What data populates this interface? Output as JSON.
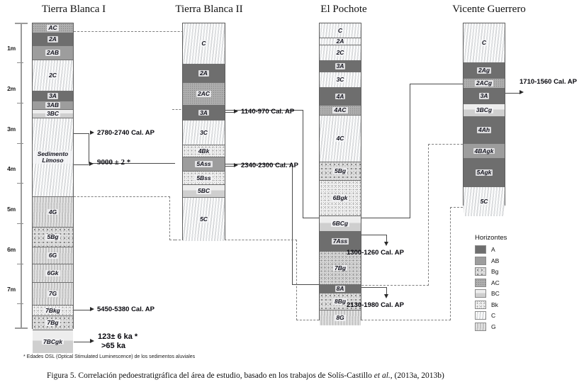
{
  "figure": {
    "footnote": "* Edades OSL (Optical Stimulated Luminescence) de los sedimentos aluviales",
    "caption_prefix": "Figura 5. Correlación pedoestratigráfica del área de estudio, basado en los trabajos de Solís-Castillo ",
    "caption_italic": "et al.",
    "caption_suffix": ", (2013a, 2013b)"
  },
  "depth_scale": {
    "unit": "m",
    "ticks": [
      "1m",
      "2m",
      "3m",
      "4m",
      "5m",
      "6m",
      "7m"
    ],
    "tick_values": [
      1,
      2,
      3,
      4,
      5,
      6,
      7
    ],
    "range_m": [
      0,
      7.6
    ]
  },
  "columns": [
    {
      "id": "tierra-blanca-i",
      "title": "Tierra Blanca I",
      "layers": [
        {
          "label": "AC",
          "horizon": "AC"
        },
        {
          "label": "2A",
          "horizon": "A"
        },
        {
          "label": "2AB",
          "horizon": "AB"
        },
        {
          "label": "2C",
          "horizon": "C"
        },
        {
          "label": "3A",
          "horizon": "A"
        },
        {
          "label": "3AB",
          "horizon": "AB"
        },
        {
          "label": "3BC",
          "horizon": "BC"
        },
        {
          "label": "Sedimento Limoso",
          "horizon": "C"
        },
        {
          "label": "4G",
          "horizon": "G"
        },
        {
          "label": "5Bg",
          "horizon": "Bg"
        },
        {
          "label": "6G",
          "horizon": "G"
        },
        {
          "label": "6Gk",
          "horizon": "G"
        },
        {
          "label": "7G",
          "horizon": "G"
        },
        {
          "label": "7Bkg",
          "horizon": "Bk"
        },
        {
          "label": "7Bg",
          "horizon": "Bg"
        },
        {
          "label": "7BCgk",
          "horizon": "BC"
        }
      ]
    },
    {
      "id": "tierra-blanca-ii",
      "title": "Tierra Blanca II",
      "layers": [
        {
          "label": "C",
          "horizon": "C"
        },
        {
          "label": "2A",
          "horizon": "A"
        },
        {
          "label": "2AC",
          "horizon": "AC"
        },
        {
          "label": "3A",
          "horizon": "A"
        },
        {
          "label": "3C",
          "horizon": "C"
        },
        {
          "label": "4Bk",
          "horizon": "Bk"
        },
        {
          "label": "5Ass",
          "horizon": "AB"
        },
        {
          "label": "5Bss",
          "horizon": "Bk"
        },
        {
          "label": "5BC",
          "horizon": "BC"
        },
        {
          "label": "5C",
          "horizon": "C"
        }
      ]
    },
    {
      "id": "el-pochote",
      "title": "El Pochote",
      "layers": [
        {
          "label": "C",
          "horizon": "C"
        },
        {
          "label": "2A",
          "horizon": "C"
        },
        {
          "label": "2C",
          "horizon": "C"
        },
        {
          "label": "3A",
          "horizon": "A"
        },
        {
          "label": "3C",
          "horizon": "C"
        },
        {
          "label": "4A",
          "horizon": "A"
        },
        {
          "label": "4AC",
          "horizon": "AC"
        },
        {
          "label": "4C",
          "horizon": "C"
        },
        {
          "label": "5Bg",
          "horizon": "Bg"
        },
        {
          "label": "6Bgk",
          "horizon": "Bk"
        },
        {
          "label": "6BCg",
          "horizon": "BC"
        },
        {
          "label": "7Ass",
          "horizon": "A"
        },
        {
          "label": "7Bg",
          "horizon": "Bg"
        },
        {
          "label": "8A",
          "horizon": "A"
        },
        {
          "label": "8Bg",
          "horizon": "Bg"
        },
        {
          "label": "8G",
          "horizon": "G"
        }
      ]
    },
    {
      "id": "vicente-guerrero",
      "title": "Vicente Guerrero",
      "layers": [
        {
          "label": "C",
          "horizon": "C"
        },
        {
          "label": "2Ag",
          "horizon": "A"
        },
        {
          "label": "2ACg",
          "horizon": "AC"
        },
        {
          "label": "3A",
          "horizon": "A"
        },
        {
          "label": "3BCg",
          "horizon": "BC"
        },
        {
          "label": "4Ah",
          "horizon": "A"
        },
        {
          "label": "4BAgk",
          "horizon": "AB"
        },
        {
          "label": "5Agk",
          "horizon": "A"
        },
        {
          "label": "5C",
          "horizon": "C"
        }
      ]
    }
  ],
  "annotations": [
    {
      "id": "tb1-2780",
      "text": "2780-2740 Cal. AP",
      "style": "bold"
    },
    {
      "id": "tb1-9000",
      "text": "9000 ± 2 *",
      "style": "serif"
    },
    {
      "id": "tb1-5450",
      "text": "5450-5380 Cal.  AP",
      "style": "bold"
    },
    {
      "id": "tb1-123",
      "text": "123± 6 ka *",
      "style": "bold"
    },
    {
      "id": "tb1-65",
      "text": ">65 ka",
      "style": "bold"
    },
    {
      "id": "tb2-1140",
      "text": "1140-970 Cal. AP",
      "style": "bold"
    },
    {
      "id": "tb2-2340",
      "text": "2340-2300 Cal. AP",
      "style": "bold"
    },
    {
      "id": "ep-1300",
      "text": "1300-1260 Cal. AP",
      "style": "bold"
    },
    {
      "id": "ep-2130",
      "text": "2130-1980 Cal. AP",
      "style": "bold"
    },
    {
      "id": "vg-1710",
      "text": "1710-1560 Cal. AP",
      "style": "bold"
    }
  ],
  "legend": {
    "title": "Horizontes",
    "items": [
      {
        "label": "A",
        "horizon": "A"
      },
      {
        "label": "AB",
        "horizon": "AB"
      },
      {
        "label": "Bg",
        "horizon": "Bg"
      },
      {
        "label": "AC",
        "horizon": "AC"
      },
      {
        "label": "BC",
        "horizon": "BC"
      },
      {
        "label": "Bk",
        "horizon": "Bk"
      },
      {
        "label": "C",
        "horizon": "C"
      },
      {
        "label": "G",
        "horizon": "G"
      }
    ]
  },
  "colors": {
    "horizon_A": "#6e6e6e",
    "horizon_AB": "#9d9d9d",
    "horizon_AC": "#aeaeae",
    "horizon_Bg": "#dedede",
    "horizon_BC": "#dcdcdc",
    "horizon_Bk": "#efefef",
    "horizon_C": "#eff0f0",
    "horizon_G": "#cfcfcf",
    "connector_solid": "#4a4a4a",
    "connector_dashed": "#7e7e7e"
  }
}
